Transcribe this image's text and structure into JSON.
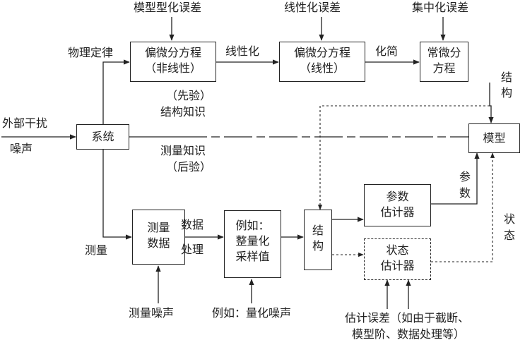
{
  "nodes": {
    "system": "系统",
    "pde_nonlinear": [
      "偏微分方程",
      "（非线性）"
    ],
    "pde_linear": [
      "偏微分方程",
      "（线性）"
    ],
    "ode": [
      "常微分",
      "方程"
    ],
    "model": "模型",
    "measured_data": [
      "测量",
      "数据"
    ],
    "quantized": [
      "例如：",
      "整量化",
      "采样值"
    ],
    "structure": [
      "结",
      "构"
    ],
    "param_estimator": [
      "参数",
      "估计器"
    ],
    "state_estimator": [
      "状态",
      "估计器"
    ]
  },
  "labels": {
    "external": [
      "外部干扰",
      "噪声"
    ],
    "physics_law": "物理定律",
    "modeling_error": "模型型化误差",
    "linearization_error": "线性化误差",
    "centralization_error": "集中化误差",
    "linearize": "线性化",
    "simplify": "化简",
    "prior_knowledge": [
      "（先验）",
      "结构知识"
    ],
    "posterior_knowledge": [
      "测量知识",
      "（后验）"
    ],
    "structure_side": [
      "结",
      "构"
    ],
    "measure": "测量",
    "data_processing": [
      "数据",
      "处理"
    ],
    "measurement_noise": "测量噪声",
    "quantization_noise": "例如：量化噪声",
    "params_side": [
      "参",
      "数"
    ],
    "state_side": [
      "状",
      "态"
    ],
    "estimation_error": [
      "估计误差（如由于截断、",
      "模型阶、数据处理等）"
    ]
  }
}
